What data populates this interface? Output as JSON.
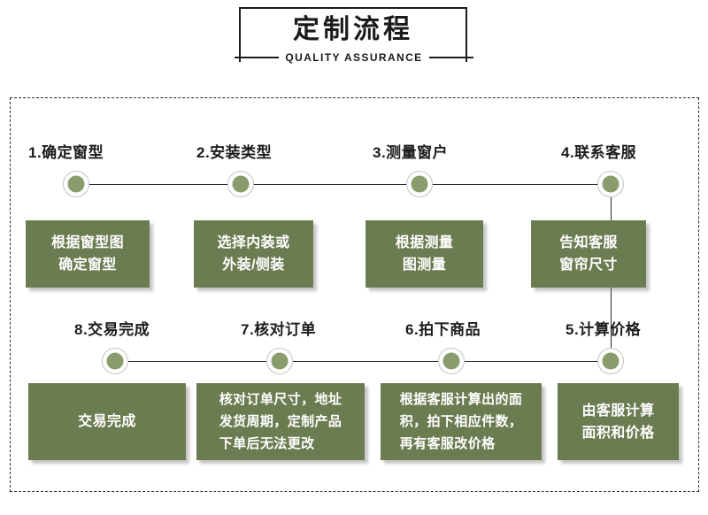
{
  "header": {
    "title": "定制流程",
    "subtitle": "QUALITY ASSURANCE"
  },
  "theme": {
    "box_green": "#6c7c51",
    "node_green": "#8a9c6b",
    "node_ring": "#c2c6bd",
    "line": "#2b2b2b",
    "text_dark": "#1c1c1c",
    "box_text": "#ffffff",
    "background": "#ffffff"
  },
  "flow": {
    "row1": [
      {
        "label": "1.确定窗型",
        "box": "根据窗型图\n确定窗型"
      },
      {
        "label": "2.安装类型",
        "box": "选择内装或\n外装/侧装"
      },
      {
        "label": "3.测量窗户",
        "box": "根据测量\n图测量"
      },
      {
        "label": "4.联系客服",
        "box": "告知客服\n窗帘尺寸"
      }
    ],
    "row2": [
      {
        "label": "8.交易完成",
        "box": "交易完成"
      },
      {
        "label": "7.核对订单",
        "box": "核对订单尺寸，地址\n发货周期，定制产品\n下单后无法更改"
      },
      {
        "label": "6.拍下商品",
        "box": "根据客服计算出的面\n积，拍下相应件数，\n再有客服改价格"
      },
      {
        "label": "5.计算价格",
        "box": "由客服计算\n面积和价格"
      }
    ]
  }
}
